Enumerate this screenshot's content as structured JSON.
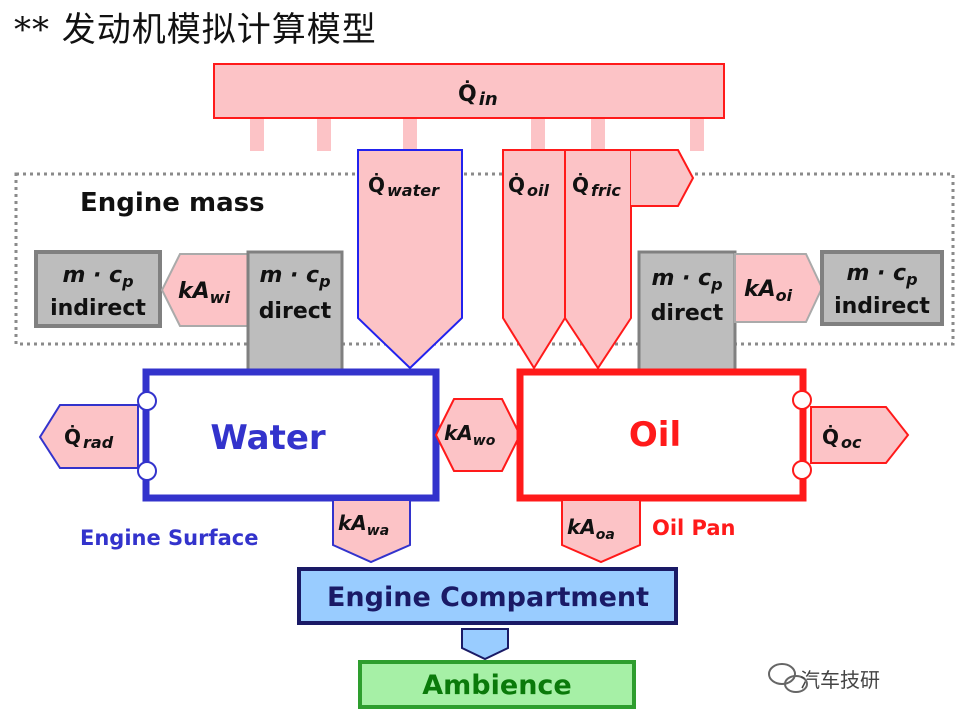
{
  "title": "** 发动机模拟计算模型",
  "watermark": "汽车技研",
  "labels": {
    "q_in_sym": "Q̇",
    "q_in_sub": "in",
    "q_water_sym": "Q̇",
    "q_water_sub": "water",
    "q_oil_sym": "Q̇",
    "q_oil_sub": "oil",
    "q_fric_sym": "Q̇",
    "q_fric_sub": "fric",
    "engine_mass": "Engine mass",
    "mcp": "m · c",
    "mcp_sub": "p",
    "indirect": "indirect",
    "direct": "direct",
    "kA": "kA",
    "wi_sub": "wi",
    "oi_sub": "oi",
    "wo_sub": "wo",
    "wa_sub": "wa",
    "oa_sub": "oa",
    "water": "Water",
    "oil": "Oil",
    "q_rad_sym": "Q̇",
    "q_rad_sub": "rad",
    "q_oc_sym": "Q̇",
    "q_oc_sub": "oc",
    "engine_surface": "Engine Surface",
    "oil_pan": "Oil Pan",
    "engine_compartment": "Engine Compartment",
    "ambience": "Ambience"
  },
  "colors": {
    "pink": "#fcc3c6",
    "red": "#ff1a1a",
    "blue": "#3333cc",
    "gray": "#bdbdbd",
    "gray_border": "#808080",
    "compartment_fill": "#99ccff",
    "compartment_border": "#1a1a66",
    "ambience_fill": "#a6f0a6",
    "ambience_border": "#2e9e2e",
    "ambience_text": "#0a7a0a"
  }
}
